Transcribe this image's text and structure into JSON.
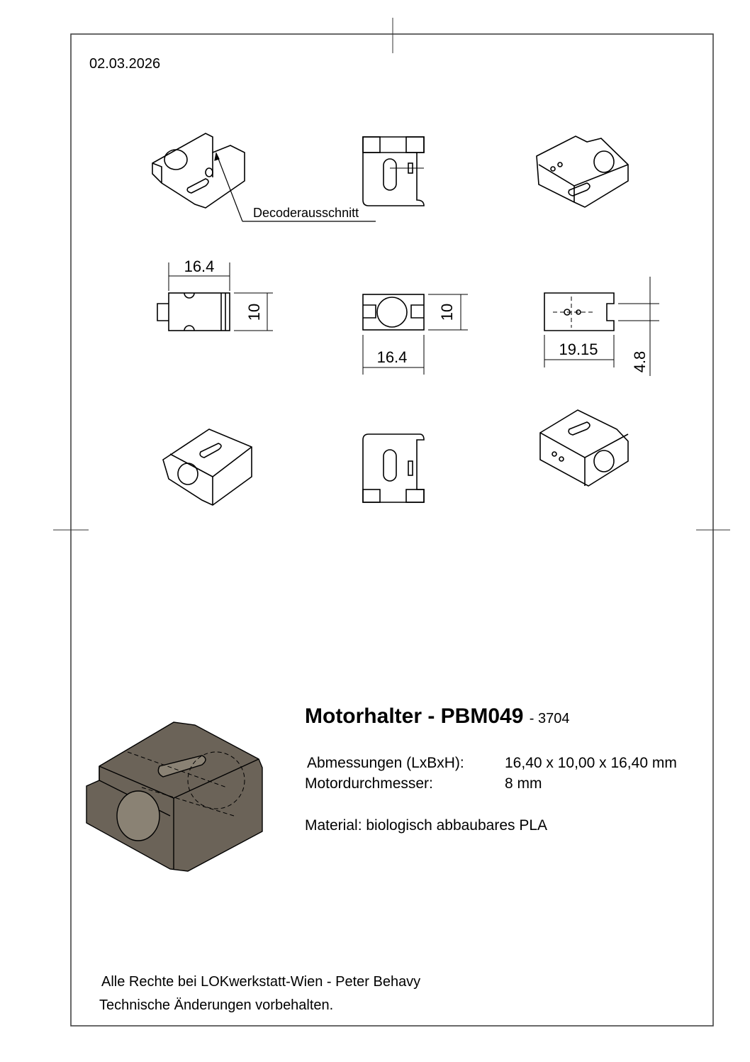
{
  "date": "02.03.2026",
  "annotation": "Decoderausschnitt",
  "dimensions": {
    "top_view_width": "16.4",
    "top_view_height": "10",
    "front_view_height": "10",
    "front_view_width": "16.4",
    "side_view_width": "19.15",
    "side_view_depth": "4.8"
  },
  "title": {
    "name": "Motorhalter - PBM049",
    "number": "- 3704"
  },
  "specs": [
    {
      "label": "Abmessungen (LxBxH):",
      "value": "16,40 x 10,00 x 16,40 mm"
    },
    {
      "label": "Motordurchmesser:",
      "value": "8 mm"
    }
  ],
  "material": "Material: biologisch abbaubares PLA",
  "footer": [
    "Alle Rechte bei LOKwerkstatt-Wien - Peter Behavy",
    "Technische Änderungen vorbehalten."
  ],
  "colors": {
    "render_fill": "#6b6358",
    "line": "#000000"
  }
}
